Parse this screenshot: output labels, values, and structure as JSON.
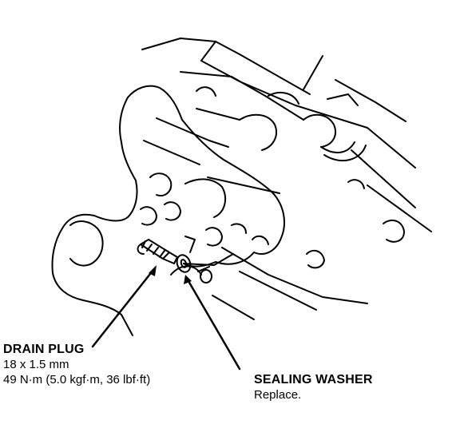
{
  "callouts": {
    "drain_plug": {
      "title": "DRAIN PLUG",
      "size": "18 x 1.5 mm",
      "torque": "49 N·m (5.0 kgf·m, 36 lbf·ft)"
    },
    "sealing_washer": {
      "title": "SEALING WASHER",
      "note": "Replace."
    }
  },
  "colors": {
    "ink": "#000000",
    "paper": "#ffffff"
  }
}
